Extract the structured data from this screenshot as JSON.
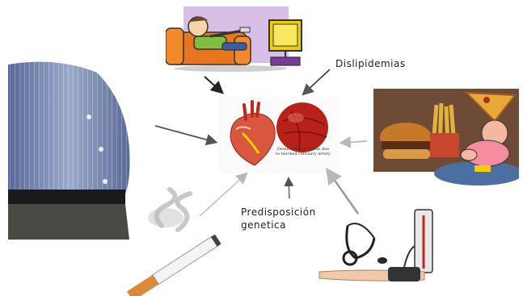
{
  "labels": {
    "dyslipidemia": "Dislipidemias",
    "genetic_line1": "Predisposición",
    "genetic_line2": "genetica"
  },
  "center": {
    "caption": "Death of heart tissue due to blocked coronary artery"
  },
  "factors": [
    "sedentary-tv-watching",
    "obesity",
    "junk-food-diet",
    "smoking",
    "high-blood-pressure",
    "genetic-predisposition",
    "dyslipidemia"
  ],
  "colors": {
    "arrow_dark": "#222222",
    "arrow_light": "#b8b8b8",
    "shirt_blue": "#7f8fb8",
    "sofa_orange": "#e8751f",
    "tv_yellow": "#f0d000",
    "heart_red": "#c0281e"
  }
}
